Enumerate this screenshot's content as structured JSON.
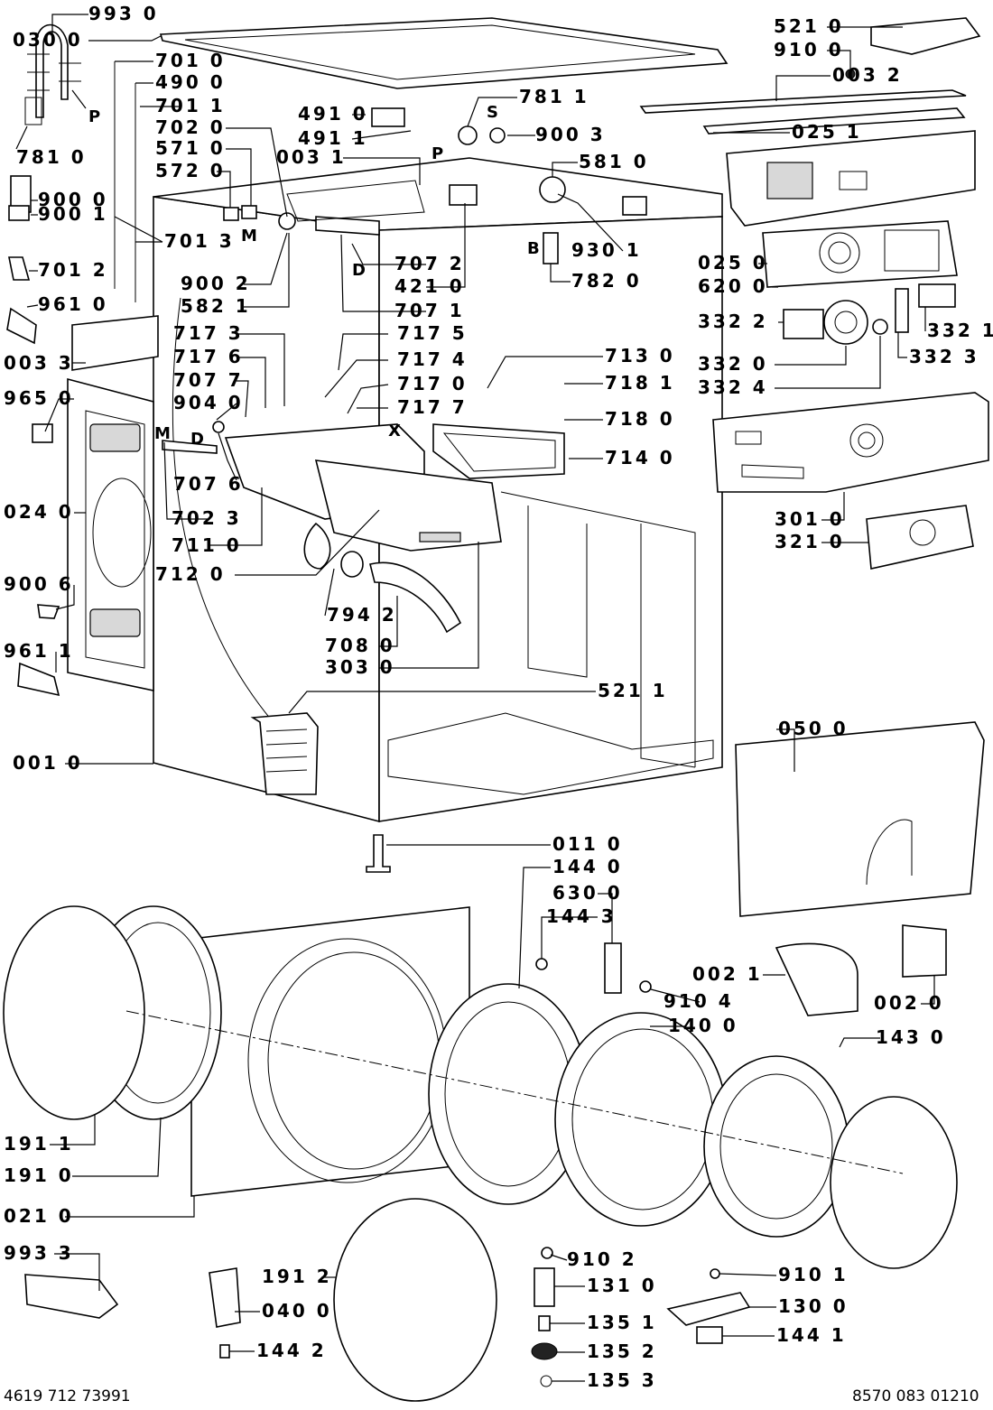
{
  "part_labels": [
    "993 0",
    "030 0",
    "701 0",
    "490 0",
    "701 1",
    "781 0",
    "900 0",
    "900 1",
    "701 2",
    "961 0",
    "003 3",
    "965 0",
    "024 0",
    "900 6",
    "961 1",
    "001 0",
    "702 0",
    "571 0",
    "572 0",
    "701 3",
    "900 2",
    "582 1",
    "491 0",
    "491 1",
    "003 1",
    "781 1",
    "900 3",
    "581 0",
    "707 2",
    "421 0",
    "707 1",
    "930 1",
    "782 0",
    "717 3",
    "717 6",
    "707 7",
    "904 0",
    "707 6",
    "702 3",
    "711 0",
    "712 0",
    "717 5",
    "717 4",
    "717 0",
    "717 7",
    "713 0",
    "718 1",
    "718 0",
    "714 0",
    "794 2",
    "708 0",
    "303 0",
    "521 1",
    "521 0",
    "910 0",
    "003 2",
    "025 1",
    "025 0",
    "620 0",
    "332 2",
    "332 0",
    "332 4",
    "332 1",
    "332 3",
    "301 0",
    "321 0",
    "050 0",
    "011 0",
    "144 0",
    "630 0",
    "144 3",
    "002 1",
    "002 0",
    "910 4",
    "140 0",
    "143 0",
    "191 1",
    "191 0",
    "021 0",
    "993 3",
    "191 2",
    "040 0",
    "144 2",
    "910 2",
    "131 0",
    "135 1",
    "135 2",
    "135 3",
    "910 1",
    "130 0",
    "144 1"
  ],
  "marker_letters": [
    "P",
    "P",
    "M",
    "M",
    "D",
    "D",
    "S",
    "B",
    "X"
  ],
  "footer": {
    "left_code": "4619 712 73991",
    "right_code": "8570 083 01210"
  }
}
